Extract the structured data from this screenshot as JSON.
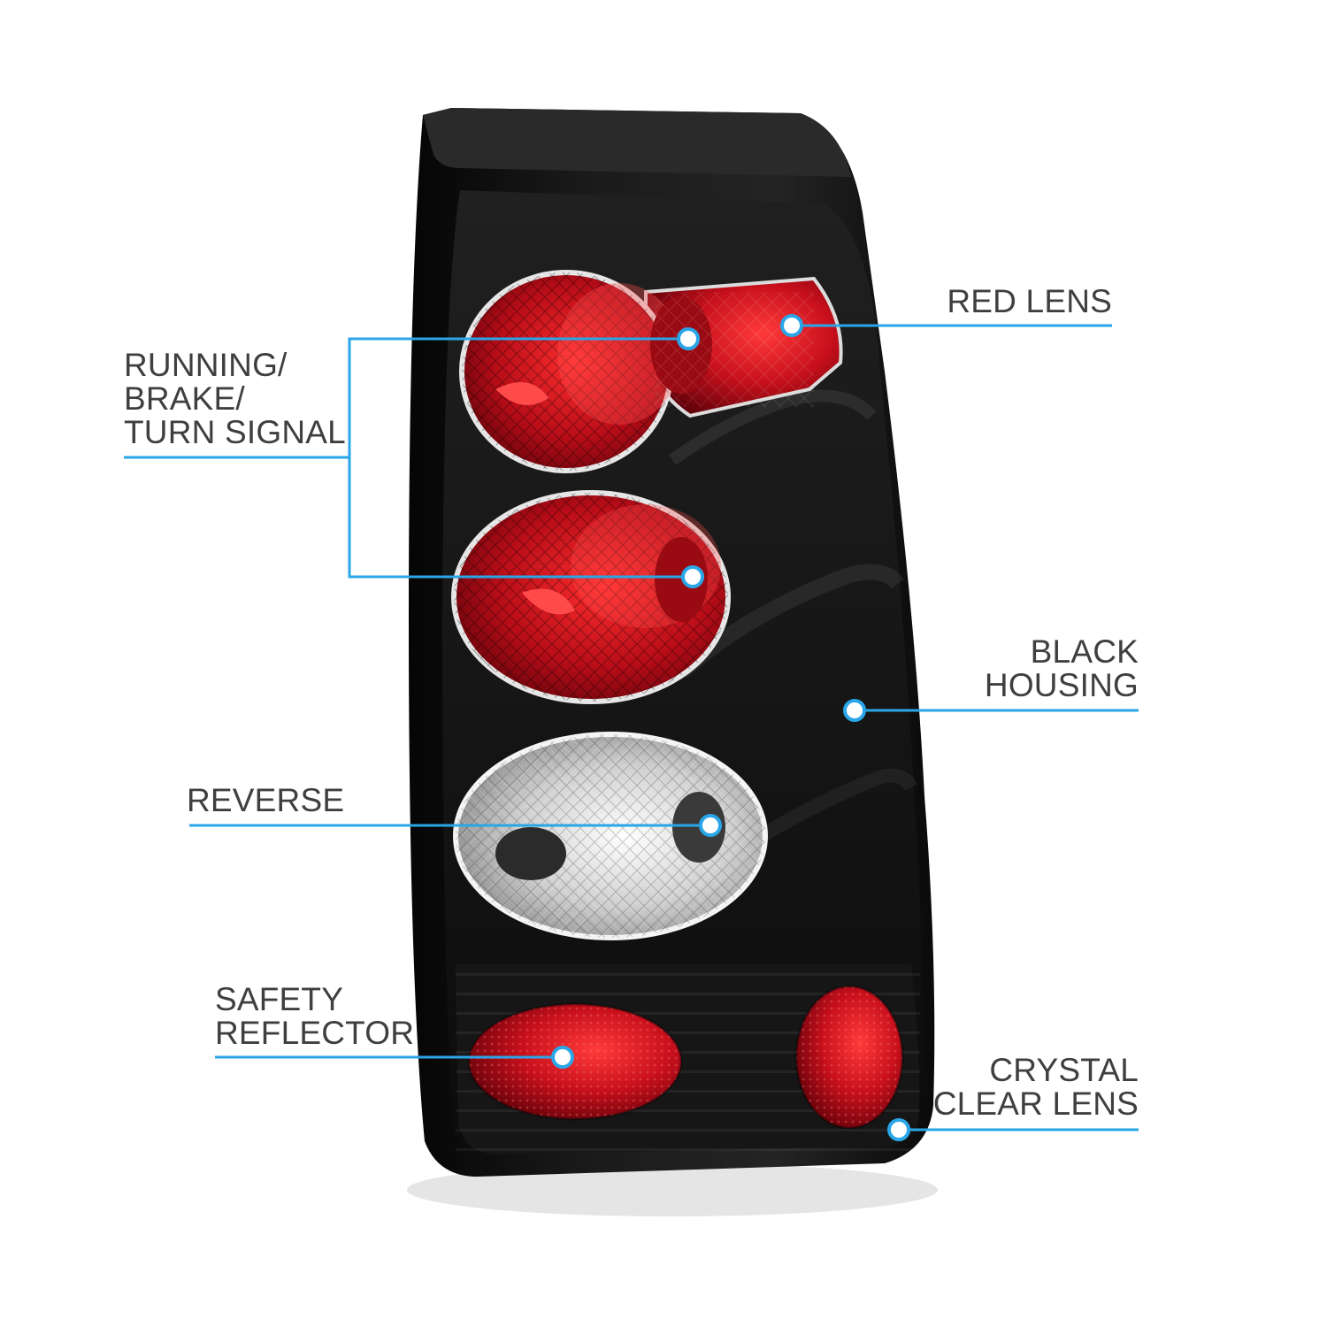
{
  "image": {
    "subject": "tail-light-assembly",
    "accent_color": "#2aa6e8",
    "housing_color": "#111111",
    "lens_red": "#c8101c",
    "lens_clear": "#e8e8e8"
  },
  "callouts": {
    "red_lens": {
      "lines": [
        "RED LENS"
      ]
    },
    "running_brake_turn": {
      "lines": [
        "RUNNING/",
        "BRAKE/",
        "TURN SIGNAL"
      ]
    },
    "black_housing": {
      "lines": [
        "BLACK",
        "HOUSING"
      ]
    },
    "reverse": {
      "lines": [
        "REVERSE"
      ]
    },
    "safety_reflector": {
      "lines": [
        "SAFETY",
        "REFLECTOR"
      ]
    },
    "crystal_clear_lens": {
      "lines": [
        "CRYSTAL",
        "CLEAR LENS"
      ]
    }
  }
}
